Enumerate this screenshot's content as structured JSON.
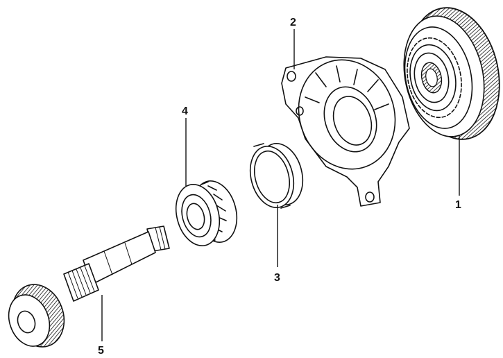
{
  "diagram": {
    "callouts": [
      {
        "id": "gear",
        "label": "1"
      },
      {
        "id": "housing",
        "label": "2"
      },
      {
        "id": "race",
        "label": "3"
      },
      {
        "id": "bearing",
        "label": "4"
      },
      {
        "id": "shaft",
        "label": "5"
      }
    ]
  }
}
